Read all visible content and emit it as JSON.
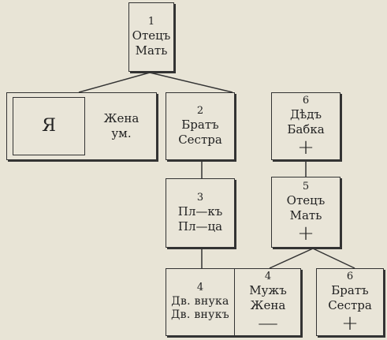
{
  "nodes": {
    "parents": {
      "num": "1",
      "line1": "Отецъ",
      "line2": "Мать"
    },
    "self": {
      "label": "Я",
      "spouse_line1": "Жена",
      "spouse_line2": "ум."
    },
    "siblings": {
      "num": "2",
      "line1": "Братъ",
      "line2": "Сестра"
    },
    "grandparents": {
      "num": "6",
      "line1": "Дѣдъ",
      "line2": "Бабка",
      "mark": "+"
    },
    "nephews": {
      "num": "3",
      "line1": "Пл—къ",
      "line2": "Пл—ца"
    },
    "spouse_parents": {
      "num": "5",
      "line1": "Отецъ",
      "line2": "Мать",
      "mark": "+"
    },
    "grandchildren": {
      "num": "4",
      "line1": "Дв. внука",
      "line2": "Дв. внукъ"
    },
    "husband_wife": {
      "num": "4",
      "line1": "Мужъ",
      "line2": "Жена",
      "mark": "—"
    },
    "spouse_siblings": {
      "num": "6",
      "line1": "Братъ",
      "line2": "Сестра",
      "mark": "+"
    }
  },
  "colors": {
    "paper": "#e8e4d6",
    "ink": "#333333"
  }
}
